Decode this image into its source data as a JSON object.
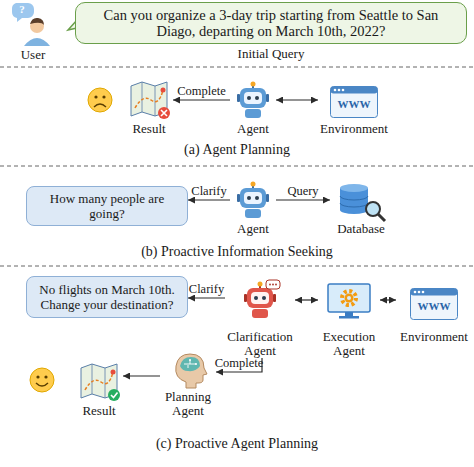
{
  "diagram": {
    "nodes": [
      {
        "text": [
          "User"
        ]
      },
      {
        "text": [
          "Can you organize a 3-day trip starting from Seattle to San Diago, departing on March 10th, 2022?",
          "Initial Query"
        ]
      },
      {
        "text": [
          "Result"
        ]
      },
      {
        "text": [
          "Agent"
        ]
      },
      {
        "text": [
          "Environment"
        ]
      },
      {
        "text": [
          "How many people are going?"
        ]
      },
      {
        "text": [
          "Agent"
        ]
      },
      {
        "text": [
          "Database"
        ]
      },
      {
        "text": [
          "No flights on March 10th. Change your destination?"
        ]
      },
      {
        "text": [
          "Clarification Agent"
        ]
      },
      {
        "text": [
          "Execution Agent"
        ]
      },
      {
        "text": [
          "Environment"
        ]
      },
      {
        "text": [
          "Result"
        ]
      },
      {
        "text": [
          "Planning Agent"
        ]
      }
    ],
    "edges": [
      {
        "from": 3,
        "to": 2,
        "label": "Complete",
        "arrow": "to"
      },
      {
        "from": 3,
        "to": 4,
        "arrow": "both"
      },
      {
        "from": 6,
        "to": 5,
        "label": "Clarify",
        "arrow": "to"
      },
      {
        "from": 6,
        "to": 7,
        "label": "Query",
        "arrow": "to"
      },
      {
        "from": 9,
        "to": 8,
        "label": "Clarify",
        "arrow": "to"
      },
      {
        "from": 9,
        "to": 10,
        "arrow": "both"
      },
      {
        "from": 10,
        "to": 11,
        "arrow": "both"
      },
      {
        "from": 9,
        "to": 13,
        "label": "Complete",
        "arrow": "to"
      },
      {
        "from": 13,
        "to": 12,
        "arrow": "to"
      }
    ],
    "labels": [
      "?",
      "WWW",
      "(a) Agent Planning",
      "(b) Proactive Information Seeking",
      "WWW",
      "(c) Proactive Agent Planning"
    ]
  }
}
